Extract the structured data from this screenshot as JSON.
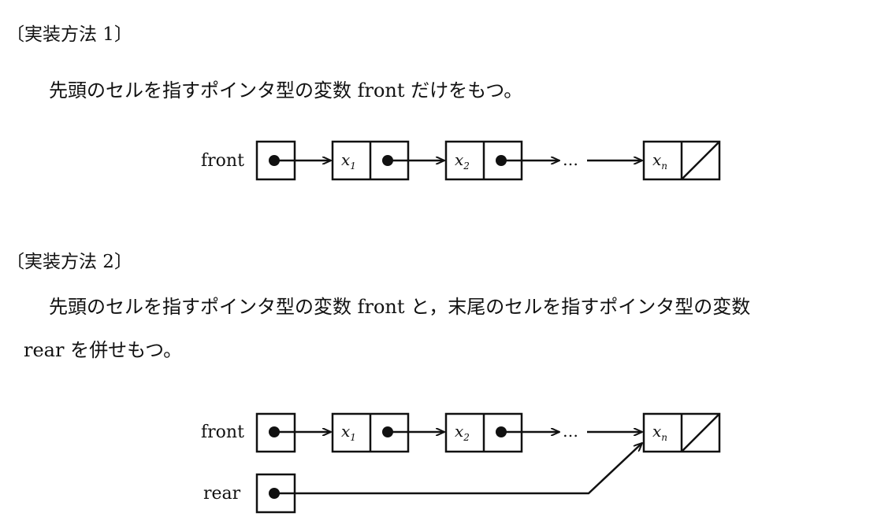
{
  "method1": {
    "heading": "〔実装方法 1〕",
    "description": "先頭のセルを指すポインタ型の変数 front だけをもつ。",
    "diagram": {
      "front_label": "front",
      "cells": [
        {
          "var": "x",
          "sub": "1"
        },
        {
          "var": "x",
          "sub": "2"
        },
        {
          "var": "x",
          "sub": "n"
        }
      ],
      "ellipsis": "…"
    }
  },
  "method2": {
    "heading": "〔実装方法 2〕",
    "description_line1": "先頭のセルを指すポインタ型の変数 front と，末尾のセルを指すポインタ型の変数",
    "description_line2": "rear を併せもつ。",
    "diagram": {
      "front_label": "front",
      "rear_label": "rear",
      "cells": [
        {
          "var": "x",
          "sub": "1"
        },
        {
          "var": "x",
          "sub": "2"
        },
        {
          "var": "x",
          "sub": "n"
        }
      ],
      "ellipsis": "…"
    }
  }
}
